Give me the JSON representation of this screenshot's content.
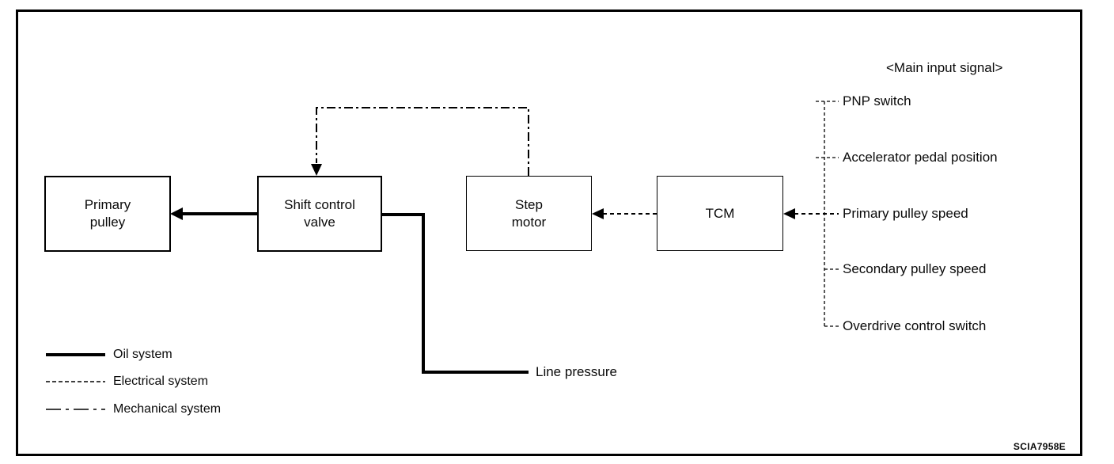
{
  "diagram": {
    "background": "#ffffff",
    "line_color": "#000000",
    "boxes": [
      {
        "id": "primary-pulley",
        "label": "Primary\npulley"
      },
      {
        "id": "shift-control-valve",
        "label": "Shift control\nvalve"
      },
      {
        "id": "step-motor",
        "label": "Step\nmotor"
      },
      {
        "id": "tcm",
        "label": "TCM"
      }
    ],
    "main_input": {
      "header": "<Main input signal>",
      "signals": [
        "PNP switch",
        "Accelerator pedal position",
        "Primary pulley speed",
        "Secondary pulley speed",
        "Overdrive control switch"
      ]
    },
    "labels": {
      "line_pressure": "Line pressure"
    },
    "legend": [
      {
        "type": "oil",
        "label": "Oil system"
      },
      {
        "type": "electrical",
        "label": "Electrical system"
      },
      {
        "type": "mechanical",
        "label": "Mechanical system"
      }
    ],
    "figure_code": "SCIA7958E"
  }
}
